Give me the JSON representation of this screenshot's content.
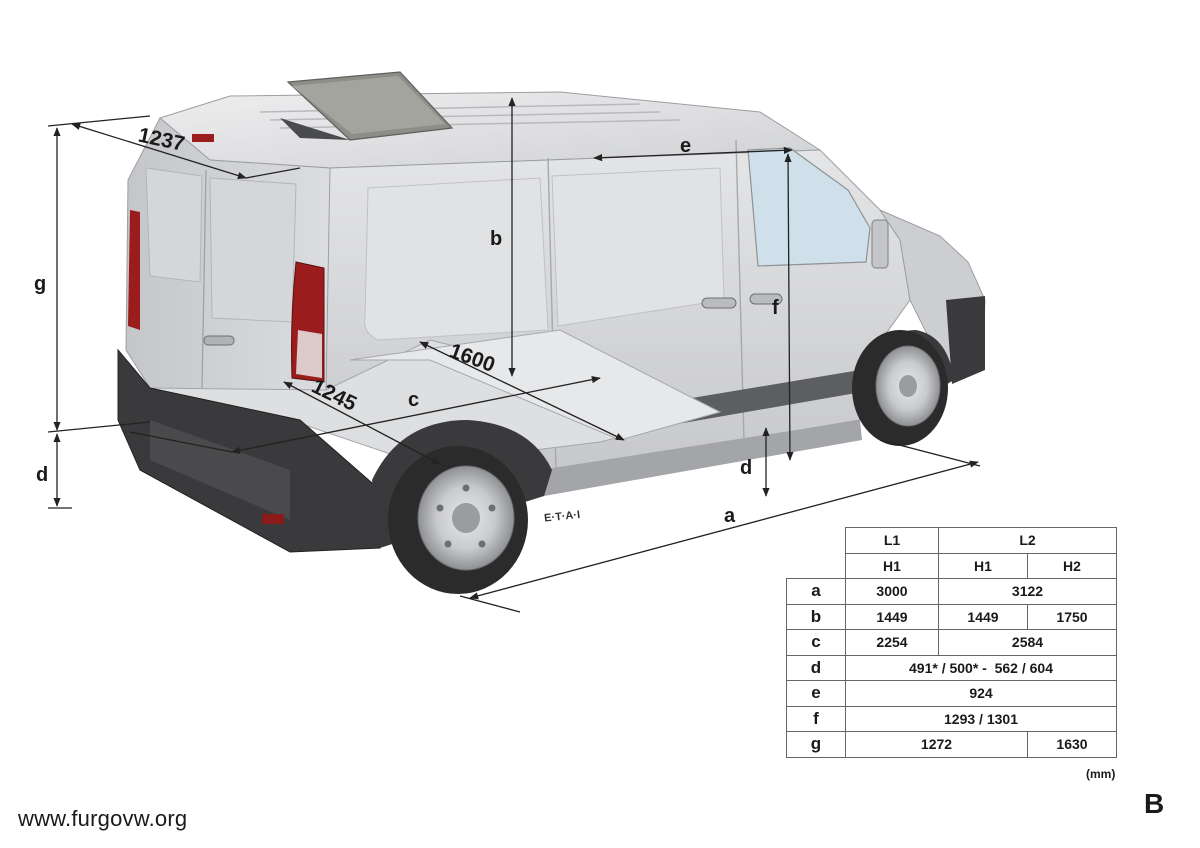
{
  "figure_label": "B",
  "watermark": "www.furgovw.org",
  "illustration_tag": "E·T·A·I",
  "diagram_labels": {
    "roof_width": "1237",
    "load_length_top": "1600",
    "load_width_rear": "1245",
    "a": "a",
    "b": "b",
    "c": "c",
    "d_rear": "d",
    "d_side": "d",
    "e": "e",
    "f": "f",
    "g": "g"
  },
  "table": {
    "header_row1": [
      "",
      "L1",
      "L2"
    ],
    "header_row2": [
      "",
      "H1",
      "H1",
      "H2"
    ],
    "rows": [
      {
        "key": "a",
        "l1h1": "3000",
        "l2": "3122"
      },
      {
        "key": "b",
        "l1h1": "1449",
        "l2h1": "1449",
        "l2h2": "1750"
      },
      {
        "key": "c",
        "l1h1": "2254",
        "l2": "2584"
      },
      {
        "key": "d",
        "all": "491* / 500* -  562 / 604"
      },
      {
        "key": "e",
        "all": "924"
      },
      {
        "key": "f",
        "all": "1293 / 1301"
      },
      {
        "key": "g",
        "h1": "1272",
        "h2": "1630"
      }
    ],
    "unit": "(mm)"
  },
  "colors": {
    "body": "#d9dadd",
    "body_shade": "#b9bbbf",
    "bumper": "#3a3a3c",
    "tyre": "#2b2b2b",
    "glass": "#cfe0ea",
    "light": "#9a1c1c"
  }
}
